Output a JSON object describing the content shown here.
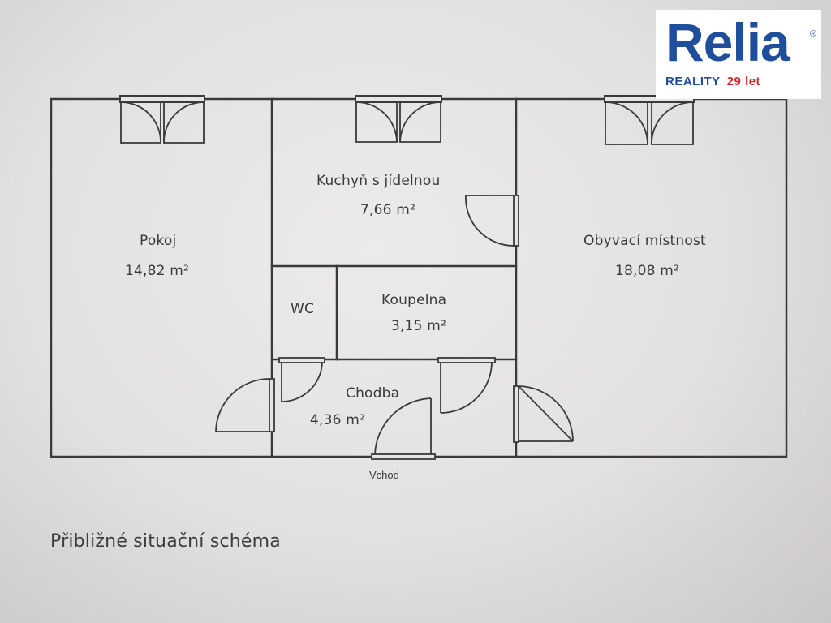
{
  "rooms": {
    "pokoj": {
      "name": "Pokoj",
      "area": "14,82 m²"
    },
    "kuchyn": {
      "name": "Kuchyň s jídelnou",
      "area": "7,66 m²"
    },
    "obyvaci": {
      "name": "Obyvací místnost",
      "area": "18,08 m²"
    },
    "wc": {
      "name": "WC"
    },
    "koupelna": {
      "name": "Koupelna",
      "area": "3,15 m²"
    },
    "chodba": {
      "name": "Chodba",
      "area": "4,36 m²"
    }
  },
  "entrance": "Vchod",
  "caption": "Přibližné situační schéma",
  "logo": {
    "brand": "Relia",
    "registered": "®",
    "reality": "REALITY",
    "years": "29 let",
    "colors": {
      "blue": "#1f4e9c",
      "red": "#d42a2a"
    }
  },
  "colors": {
    "wall": "#3a3a3a",
    "text": "#3a3a3a"
  }
}
